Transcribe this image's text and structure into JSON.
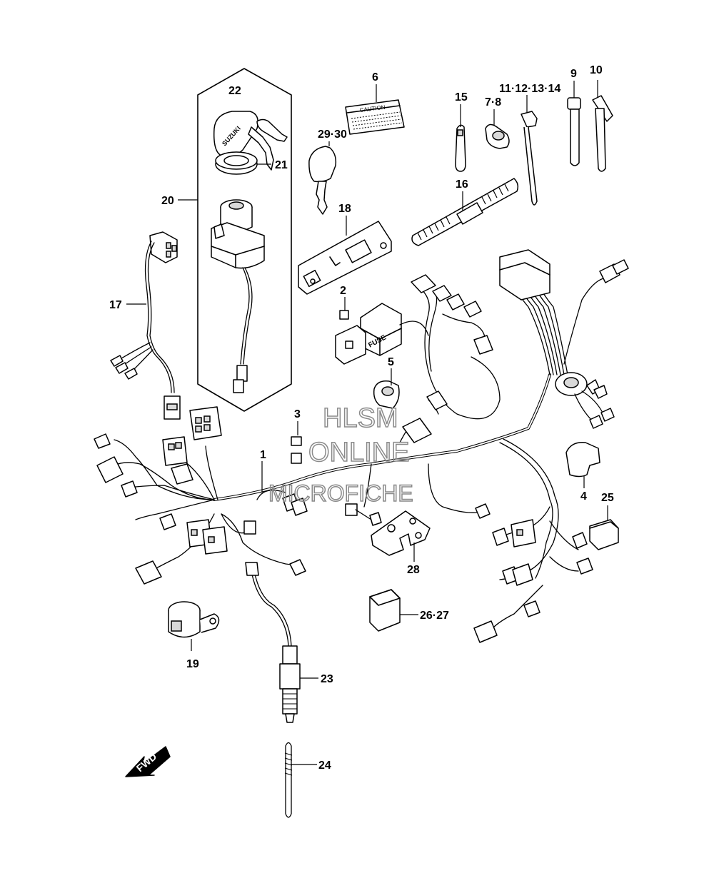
{
  "diagram": {
    "callouts": {
      "c1": "1",
      "c2": "2",
      "c3": "3",
      "c4": "4",
      "c5": "5",
      "c6": "6",
      "c7_8": "7·8",
      "c9": "9",
      "c10": "10",
      "c11_14": "11·12·13·14",
      "c15": "15",
      "c16": "16",
      "c17": "17",
      "c18": "18",
      "c19": "19",
      "c20": "20",
      "c21": "21",
      "c22": "22",
      "c23": "23",
      "c24": "24",
      "c25": "25",
      "c26_27": "26·27",
      "c28": "28",
      "c29_30": "29·30"
    },
    "caution_label": "CAUTION",
    "fuse_label": "FUSE",
    "key_brand": "SUZUKI",
    "direction_arrow": "FWD",
    "watermark": [
      "HLSM",
      "ONLINE",
      "MICROFICHE"
    ]
  }
}
